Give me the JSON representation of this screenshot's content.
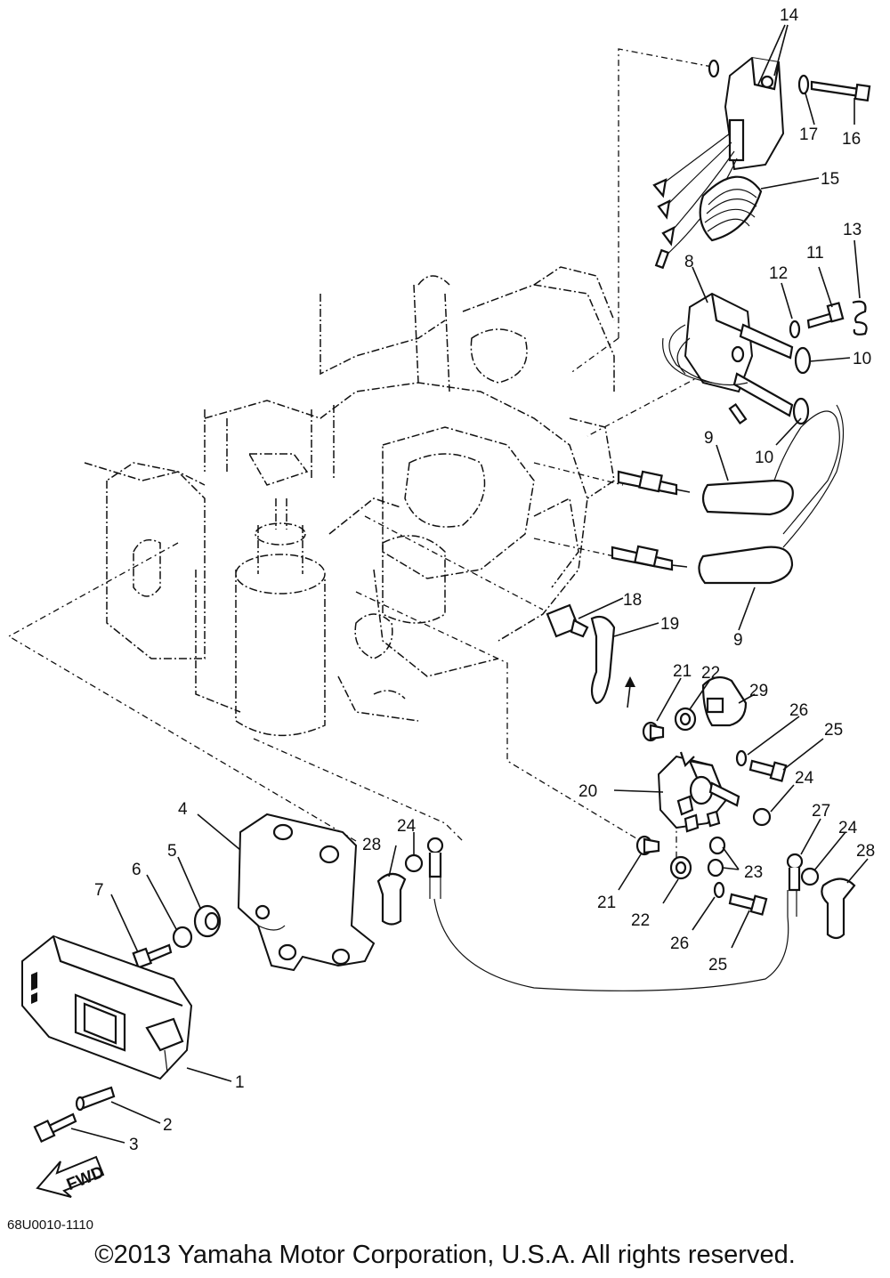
{
  "diagram": {
    "code": "68U0010-1110",
    "copyright": "©2013 Yamaha Motor Corporation, U.S.A. All rights reserved.",
    "fwd_label": "FWD",
    "callouts": [
      {
        "id": "c1",
        "number": "1"
      },
      {
        "id": "c2",
        "number": "2"
      },
      {
        "id": "c3",
        "number": "3"
      },
      {
        "id": "c4",
        "number": "4"
      },
      {
        "id": "c5",
        "number": "5"
      },
      {
        "id": "c6",
        "number": "6"
      },
      {
        "id": "c7",
        "number": "7"
      },
      {
        "id": "c8",
        "number": "8"
      },
      {
        "id": "c9a",
        "number": "9"
      },
      {
        "id": "c9b",
        "number": "9"
      },
      {
        "id": "c10a",
        "number": "10"
      },
      {
        "id": "c10b",
        "number": "10"
      },
      {
        "id": "c11",
        "number": "11"
      },
      {
        "id": "c12",
        "number": "12"
      },
      {
        "id": "c13",
        "number": "13"
      },
      {
        "id": "c14",
        "number": "14"
      },
      {
        "id": "c15",
        "number": "15"
      },
      {
        "id": "c16",
        "number": "16"
      },
      {
        "id": "c17",
        "number": "17"
      },
      {
        "id": "c18",
        "number": "18"
      },
      {
        "id": "c19",
        "number": "19"
      },
      {
        "id": "c20",
        "number": "20"
      },
      {
        "id": "c21a",
        "number": "21"
      },
      {
        "id": "c21b",
        "number": "21"
      },
      {
        "id": "c22a",
        "number": "22"
      },
      {
        "id": "c22b",
        "number": "22"
      },
      {
        "id": "c23",
        "number": "23"
      },
      {
        "id": "c24a",
        "number": "24"
      },
      {
        "id": "c24b",
        "number": "24"
      },
      {
        "id": "c24c",
        "number": "24"
      },
      {
        "id": "c25a",
        "number": "25"
      },
      {
        "id": "c25b",
        "number": "25"
      },
      {
        "id": "c26a",
        "number": "26"
      },
      {
        "id": "c26b",
        "number": "26"
      },
      {
        "id": "c27",
        "number": "27"
      },
      {
        "id": "c28a",
        "number": "28"
      },
      {
        "id": "c28b",
        "number": "28"
      },
      {
        "id": "c29",
        "number": "29"
      }
    ]
  }
}
